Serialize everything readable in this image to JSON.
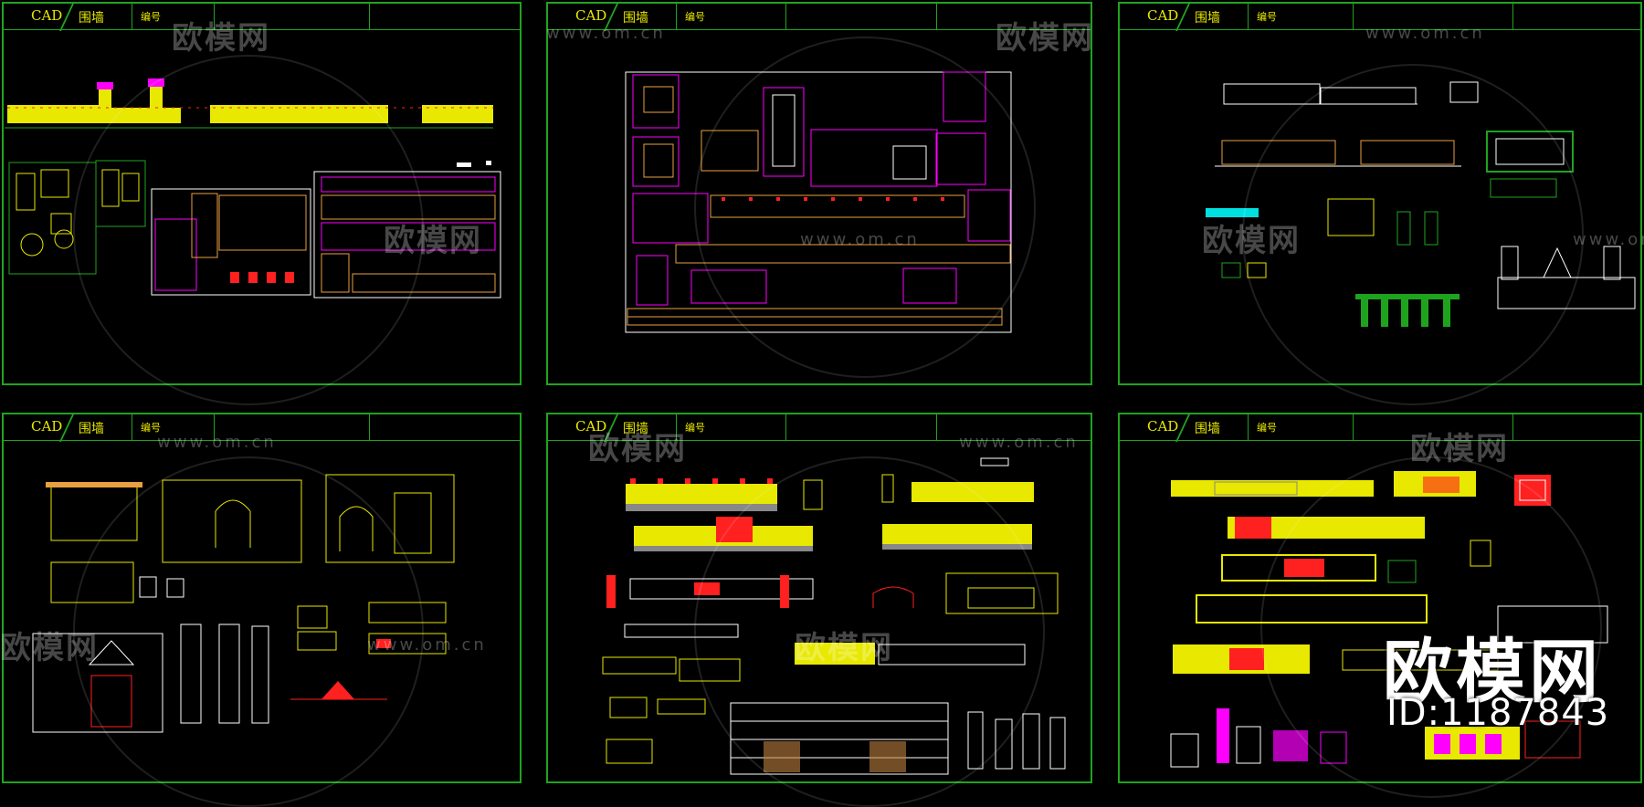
{
  "sheets": [
    {
      "cad": "CAD",
      "title": "围墙",
      "code": "编号"
    },
    {
      "cad": "CAD",
      "title": "围墙",
      "code": "编号"
    },
    {
      "cad": "CAD",
      "title": "围墙",
      "code": "编号"
    },
    {
      "cad": "CAD",
      "title": "围墙",
      "code": "编号"
    },
    {
      "cad": "CAD",
      "title": "围墙",
      "code": "编号"
    },
    {
      "cad": "CAD",
      "title": "围墙",
      "code": "编号"
    }
  ],
  "watermark": {
    "logo_text": "欧模网",
    "url_text": "www.om.cn"
  },
  "brand": {
    "name": "欧模网",
    "id_label": "ID:1187843"
  },
  "colors": {
    "background": "#000000",
    "frame": "#1fa31f",
    "yellow": "#e8e800",
    "magenta": "#ff00ff",
    "red": "#ff2020",
    "white": "#ffffff",
    "orange": "#e8a040",
    "cyan": "#00e0e0"
  }
}
